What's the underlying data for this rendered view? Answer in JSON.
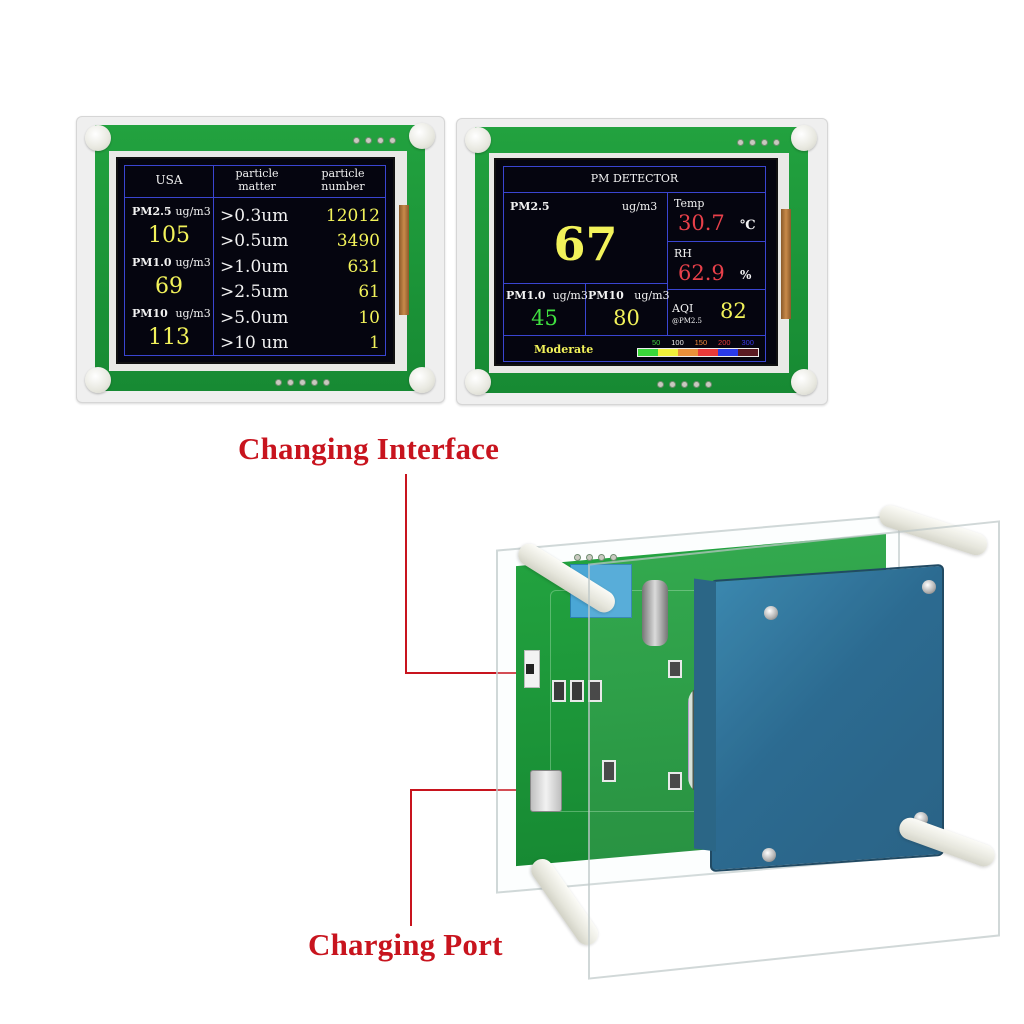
{
  "labels": {
    "changing_interface": "Changing Interface",
    "charging_port": "Charging Port",
    "label_color": "#c8141e"
  },
  "screen_usa": {
    "header": {
      "col1": "USA",
      "col2_line1": "particle",
      "col2_line2": "matter",
      "col3_line1": "particle",
      "col3_line2": "number"
    },
    "left_readings": [
      {
        "label": "PM2.5",
        "unit": "ug/m3",
        "value": "105"
      },
      {
        "label": "PM1.0",
        "unit": "ug/m3",
        "value": "69"
      },
      {
        "label": "PM10",
        "unit": "ug/m3",
        "value": "113"
      }
    ],
    "particle_rows": [
      {
        "size": ">0.3um",
        "count": "12012"
      },
      {
        "size": ">0.5um",
        "count": "3490"
      },
      {
        "size": ">1.0um",
        "count": "631"
      },
      {
        "size": ">2.5um",
        "count": "61"
      },
      {
        "size": ">5.0um",
        "count": "10"
      },
      {
        "size": ">10 um",
        "count": "1"
      }
    ]
  },
  "screen_detector": {
    "title": "PM DETECTOR",
    "pm25": {
      "label": "PM2.5",
      "unit": "ug/m3",
      "value": "67"
    },
    "temp": {
      "label": "Temp",
      "value": "30.7",
      "unit": "℃"
    },
    "rh": {
      "label": "RH",
      "value": "62.9",
      "unit": "%"
    },
    "pm10_small": {
      "label": "PM1.0",
      "unit": "ug/m3",
      "value": "45"
    },
    "pm10": {
      "label": "PM10",
      "unit": "ug/m3",
      "value": "80"
    },
    "aqi": {
      "label": "AQI",
      "sublabel": "@PM2.5",
      "value": "82"
    },
    "status": "Moderate",
    "scale": {
      "ticks": [
        {
          "label": "50",
          "color": "#40d040"
        },
        {
          "label": "100",
          "color": "#f0f0f0"
        },
        {
          "label": "150",
          "color": "#f08a3a"
        },
        {
          "label": "200",
          "color": "#e83a3a"
        },
        {
          "label": "300",
          "color": "#3a3ae8"
        }
      ],
      "segments": [
        "#3ad83a",
        "#f0f03a",
        "#e8903a",
        "#e83a3a",
        "#2a3ae8",
        "#5a1a22"
      ]
    }
  },
  "colors": {
    "grid_line": "#3a45d0",
    "value_yellow": "#f2f25a",
    "value_red": "#e8404a",
    "value_green": "#40e040",
    "pcb_green": "#1f9a3a",
    "sensor_blue": "#1b5f88"
  }
}
